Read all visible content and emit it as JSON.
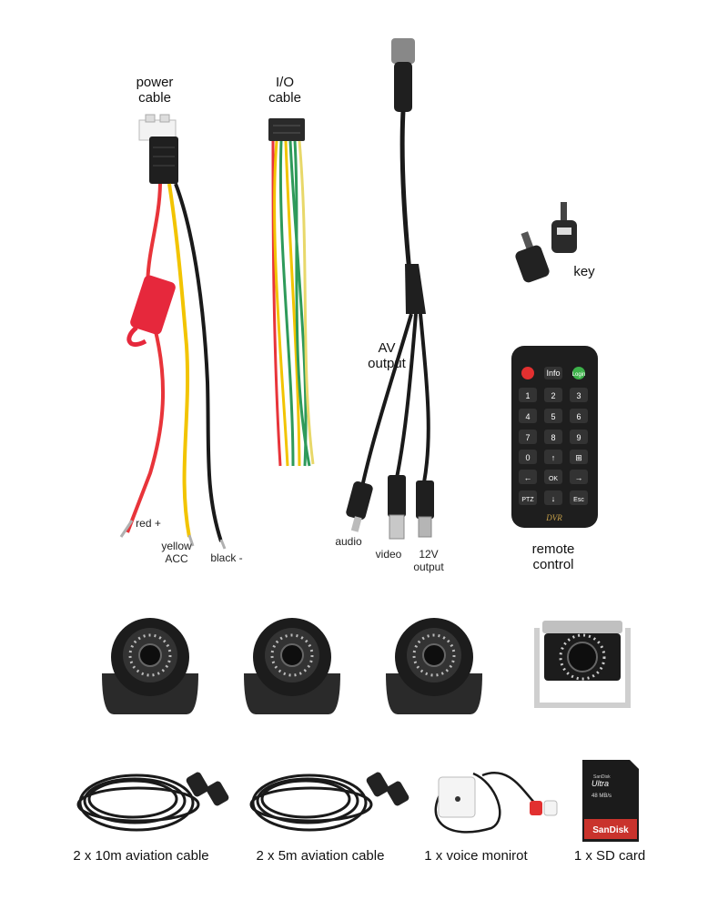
{
  "power": {
    "label_line1": "power",
    "label_line2": "cable",
    "red": "red +",
    "yellow1": "yellow",
    "yellow2": "ACC",
    "black": "black -"
  },
  "io": {
    "label_line1": "I/O",
    "label_line2": "cable"
  },
  "av": {
    "label_line1": "AV",
    "label_line2": "output",
    "audio": "audio",
    "video": "video",
    "v12_1": "12V",
    "v12_2": "output"
  },
  "key": {
    "label": "key"
  },
  "remote": {
    "label_line1": "remote",
    "label_line2": "control",
    "keys": [
      "Info",
      "Login",
      "1",
      "2",
      "3",
      "4",
      "5",
      "6",
      "7",
      "8",
      "9",
      "0",
      "OK",
      "PTZ",
      "Esc"
    ],
    "brand": "DVR"
  },
  "sd": {
    "brand_small": "SanDisk",
    "product": "Ultra",
    "capacity": "48 MB/s",
    "brand": "SanDisk"
  },
  "captions": {
    "cable10": "2 x 10m aviation cable",
    "cable5": "2 x 5m aviation cable",
    "voice": "1 x voice monirot",
    "sdcard": "1 x SD card"
  },
  "colors": {
    "cable_red": "#e8343a",
    "cable_yellow": "#f2c400",
    "cable_green": "#2e9a5a",
    "cable_black": "#1a1a1a",
    "fuse_red": "#e6283c"
  }
}
